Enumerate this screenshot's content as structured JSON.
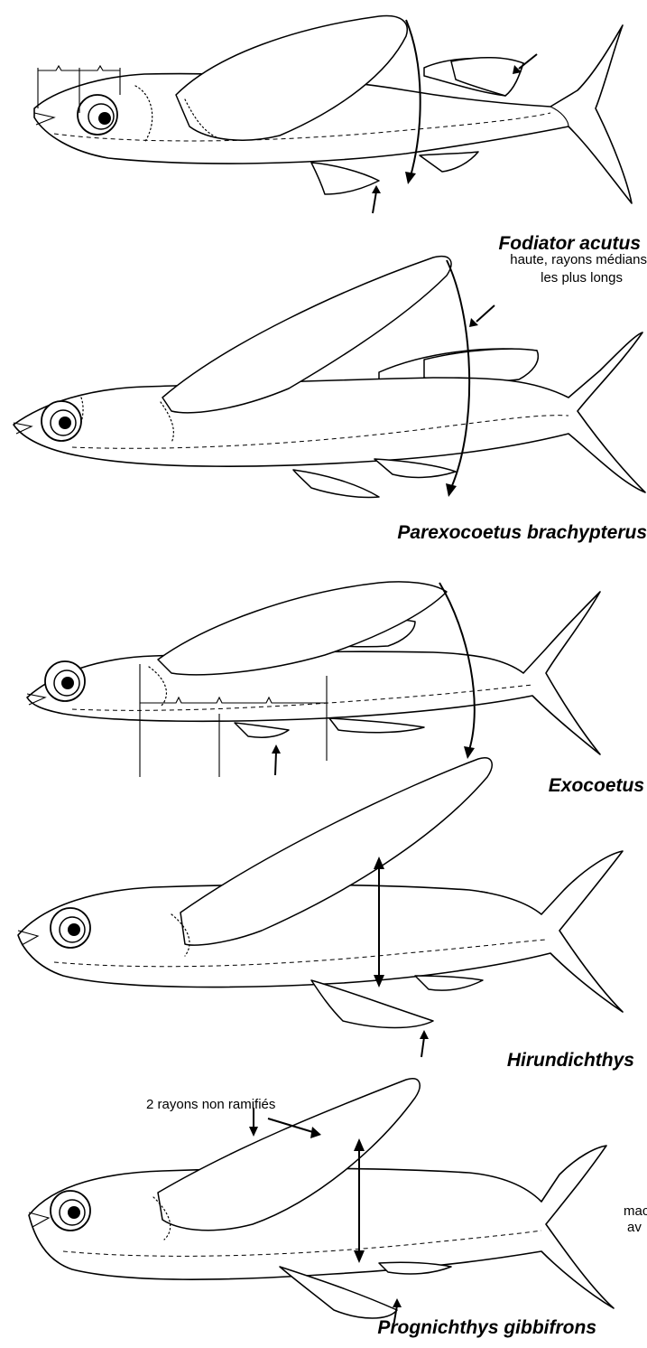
{
  "figures": [
    {
      "species": "Fodiator acutus",
      "note_lines": []
    },
    {
      "species": "Parexocoetus brachypterus",
      "note_lines": [
        "haute, rayons médians",
        "les plus longs"
      ]
    },
    {
      "species": "Exocoetus",
      "note_lines": []
    },
    {
      "species": "Hirundichthys",
      "note_lines": []
    },
    {
      "species": "Prognichthys gibbifrons",
      "note_lines": [
        "2 rayons non ramifiés"
      ]
    }
  ],
  "cropped_note_lines": [
    "mac",
    "av"
  ]
}
